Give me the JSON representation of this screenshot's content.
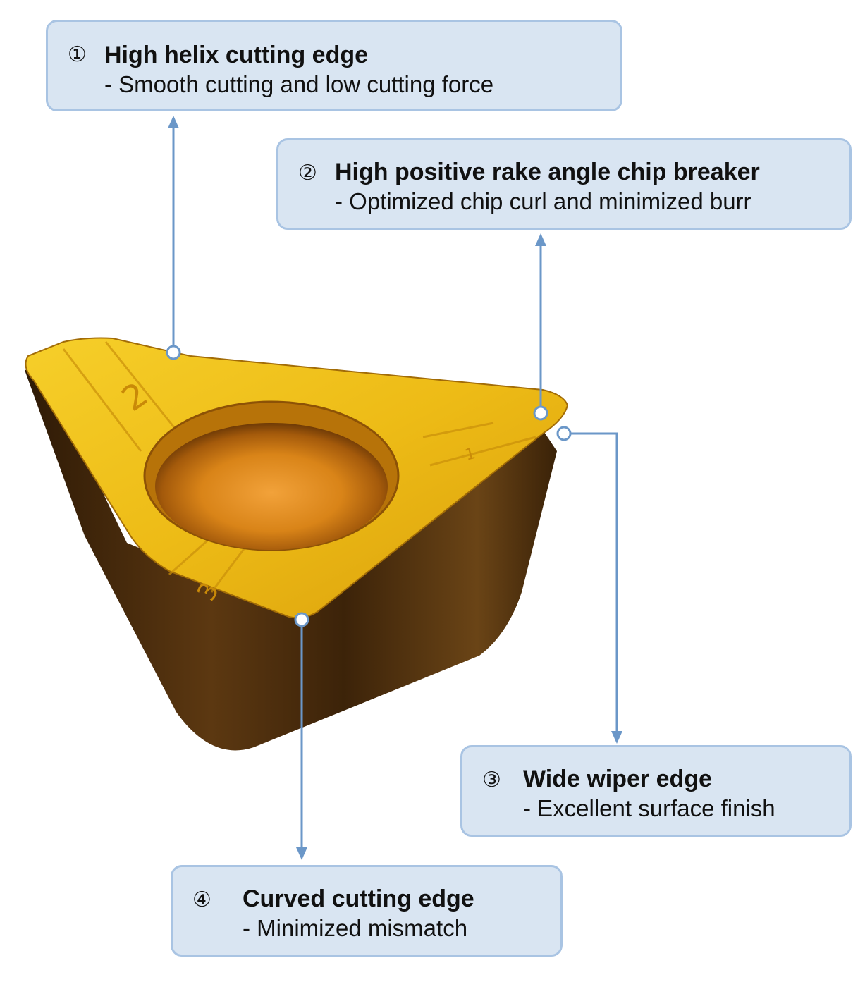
{
  "callouts": [
    {
      "number": "①",
      "title": "High helix cutting edge",
      "description": "- Smooth cutting and low cutting force"
    },
    {
      "number": "②",
      "title": "High positive rake angle chip breaker",
      "description": "- Optimized chip curl and minimized burr"
    },
    {
      "number": "③",
      "title": "Wide wiper edge",
      "description": "- Excellent surface finish"
    },
    {
      "number": "④",
      "title": "Curved cutting edge",
      "description": "- Minimized mismatch"
    }
  ],
  "insert": {
    "corner_marks": [
      "2",
      "3"
    ],
    "edge_mark": "1"
  },
  "colors": {
    "callout_fill": "#d9e5f2",
    "callout_border": "#a9c4e3",
    "leader_line": "#6b97c8",
    "insert_top": "#f1c21b",
    "insert_side": "#5a3510"
  }
}
